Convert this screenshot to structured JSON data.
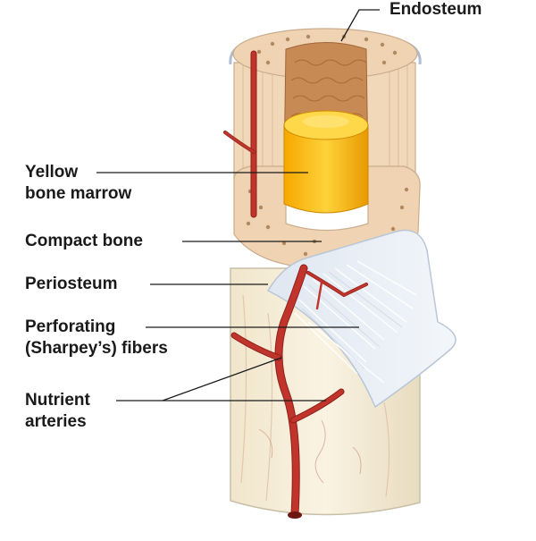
{
  "labels": {
    "endosteum": "Endosteum",
    "yellow_marrow": [
      "Yellow",
      "bone marrow"
    ],
    "compact_bone": "Compact bone",
    "periosteum": "Periosteum",
    "perforating_fibers": [
      "Perforating",
      "(Sharpey’s) fibers"
    ],
    "nutrient_arteries": [
      "Nutrient",
      "arteries"
    ]
  },
  "colors": {
    "compact_bone": "#f0d3b3",
    "spongy_bone": "#c88a55",
    "yellow_marrow": "#f7bf16",
    "periosteum": "#e9eef5",
    "artery": "#c0342c",
    "artery_dark": "#8f1f1a",
    "fibers": "#ffffff"
  }
}
